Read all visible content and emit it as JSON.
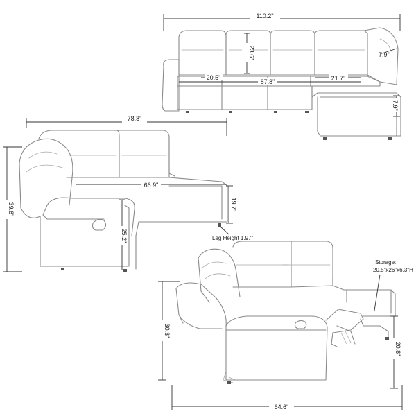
{
  "views": {
    "top": {
      "overall_width": "110.2\"",
      "back_height": "23.6\"",
      "arm_width": "7.9\"",
      "arm_seat_width": "20.5\"",
      "seat_span": "87.8\"",
      "chaise_width": "21.7\"",
      "chaise_height": "7.9\""
    },
    "middle": {
      "overall_width": "78.8\"",
      "overall_height": "39.8\"",
      "chaise_length": "66.9\"",
      "chaise_height": "19.7\"",
      "seat_height": "25.2\"",
      "leg_height_note": "Leg Height 1.97\""
    },
    "bottom": {
      "storage_note_line1": "Storage:",
      "storage_note_line2": "20.5\"x26\"x6.3\"H",
      "reclined_height": "30.3\"",
      "footrest_height": "20.8\"",
      "reclined_depth": "64.6\""
    }
  }
}
